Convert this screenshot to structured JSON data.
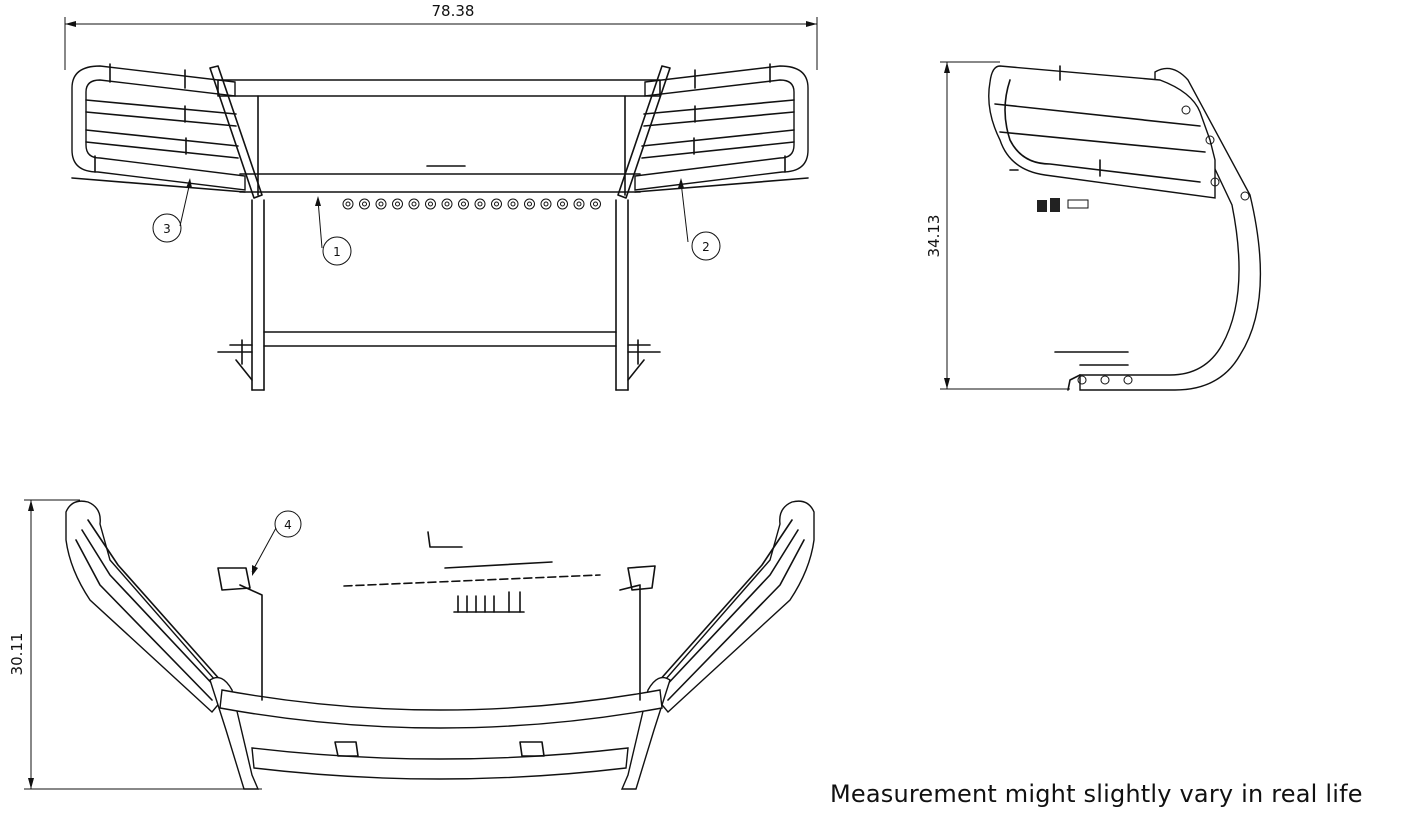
{
  "dimensions": {
    "width": "78.38",
    "side_height": "34.13",
    "top_depth": "30.11"
  },
  "callouts": [
    "1",
    "2",
    "3",
    "4"
  ],
  "note": "Measurement might slightly vary in real life"
}
